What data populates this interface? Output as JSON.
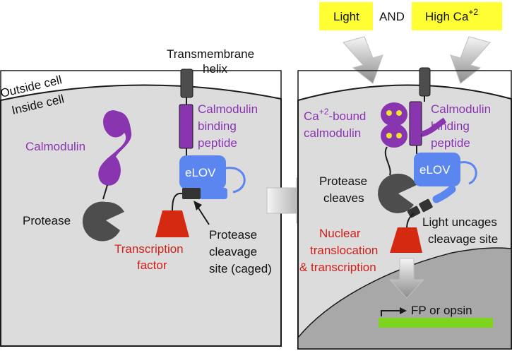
{
  "top": {
    "light": "Light",
    "and": "AND",
    "high_ca": "High Ca",
    "high_ca_sup": "+2"
  },
  "left_panel": {
    "outside_cell": "Outside cell",
    "inside_cell": "Inside cell",
    "transmembrane_line1": "Transmembrane",
    "transmembrane_line2": "helix",
    "calmodulin": "Calmodulin",
    "cbp_line1": "Calmodulin",
    "cbp_line2": "binding",
    "cbp_line3": "peptide",
    "elov": "eLOV",
    "protease": "Protease",
    "tf_line1": "Transcription",
    "tf_line2": "factor",
    "cleavage_line1": "Protease",
    "cleavage_line2": "cleavage",
    "cleavage_line3": "site (caged)"
  },
  "right_panel": {
    "ca_bound_prefix": "Ca",
    "ca_bound_sup": "+2",
    "ca_bound_line1_suffix": "-bound",
    "ca_bound_line2": "calmodulin",
    "cbp_line1": "Calmodulin",
    "cbp_line2": "binding",
    "cbp_line3": "peptide",
    "elov": "eLOV",
    "protease_cleaves_line1": "Protease",
    "protease_cleaves_line2": "cleaves",
    "nuclear_line1": "Nuclear",
    "nuclear_line2": "translocation",
    "nuclear_line3": "& transcription",
    "uncages_line1": "Light uncages",
    "uncages_line2": "cleavage site",
    "fp_opsin": "FP or opsin"
  },
  "colors": {
    "cell_fill": "#dcdcdc",
    "calmodulin": "#8a35b0",
    "elov": "#5b86f0",
    "protease": "#4d4d4d",
    "transcription_factor": "#d42a12",
    "condition_box": "#ffff33",
    "gene": "#7ed321",
    "nucleus": "#a8a8a8"
  }
}
